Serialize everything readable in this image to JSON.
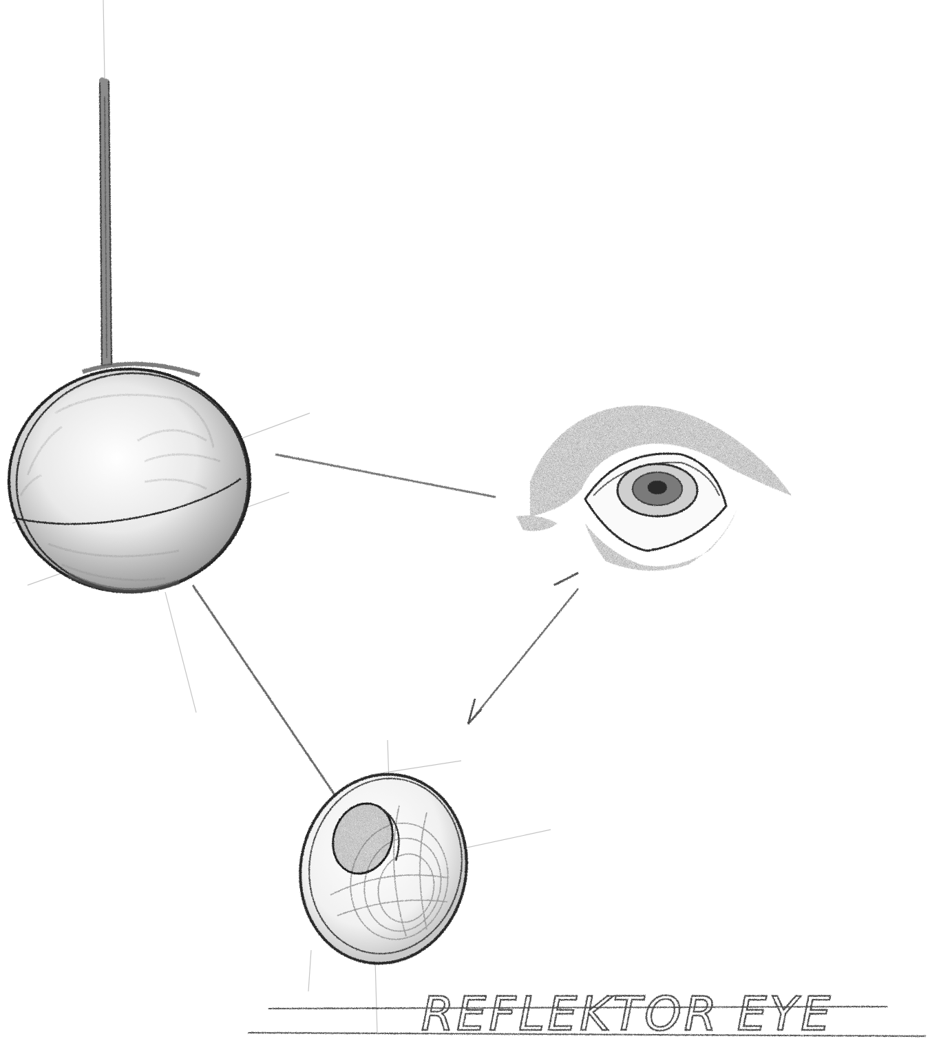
{
  "caption": {
    "text": "REFLEKTOR EYE"
  },
  "colors": {
    "paper": "#ffffff",
    "graphite_dark": "#2b2b2b",
    "graphite_mid": "#6a6a6a",
    "graphite_light": "#b8b8b8"
  },
  "elements": [
    "hanging-rod",
    "reflective-sphere",
    "human-eye",
    "eye-reflector-disc",
    "sphere-to-eye-line",
    "eye-to-disc-arrow",
    "sphere-to-disc-line",
    "baseline"
  ]
}
